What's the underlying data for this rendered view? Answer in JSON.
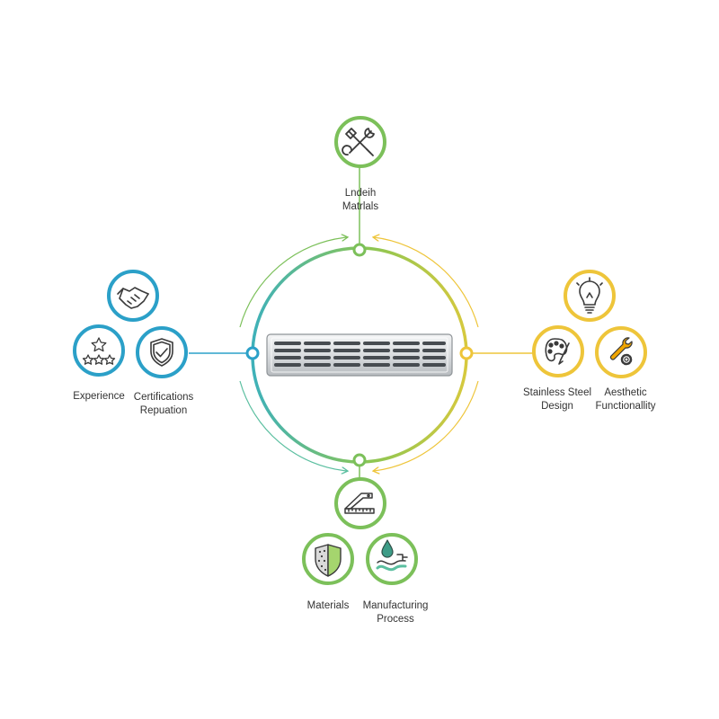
{
  "colors": {
    "green": "#7cc05a",
    "blue": "#2ba0c8",
    "yellow": "#eec53a",
    "teal": "#5bbfa0",
    "icon": "#3a3a3a"
  },
  "nodes": {
    "top": {
      "line1": "Lndeih",
      "line2": "Matrlals",
      "icon": "wrench-screwdriver-icon"
    },
    "left": {
      "handshake_icon": "handshake-icon",
      "stars_icon": "stars-icon",
      "shield_icon": "shield-check-icon",
      "experience": "Experience",
      "cert_line1": "Certifications",
      "cert_line2": "Repuation"
    },
    "right": {
      "bulb_icon": "lightbulb-icon",
      "palette_icon": "palette-icon",
      "tools_icon": "wrench-gear-icon",
      "stainless_line1": "Stainless Steel",
      "stainless_line2": "Design",
      "aesthetic_line1": "Aesthetic",
      "aesthetic_line2": "Functionallity"
    },
    "bottom": {
      "ruler_icon": "ruler-square-icon",
      "material_icon": "material-swatch-icon",
      "process_icon": "water-process-icon",
      "materials": "Materials",
      "mfg_line1": "Manufacturing",
      "mfg_line2": "Process"
    }
  },
  "center": {
    "object": "stainless-steel-grille"
  }
}
